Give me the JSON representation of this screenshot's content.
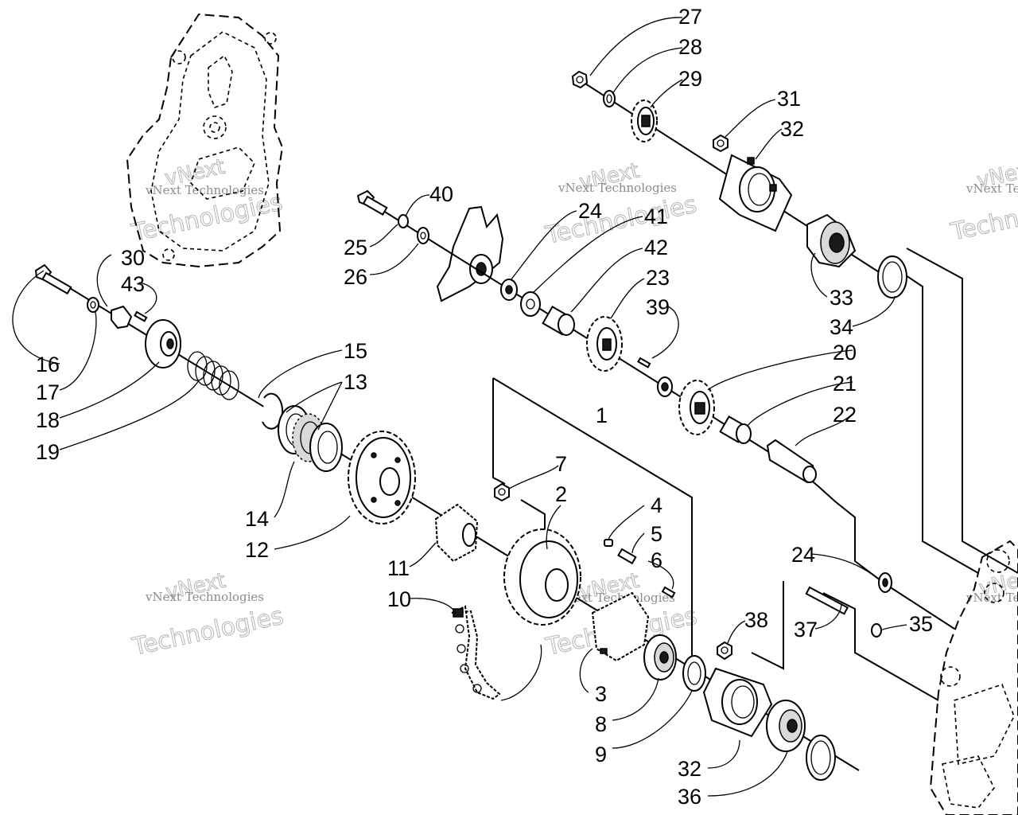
{
  "callouts": [
    "27",
    "28",
    "29",
    "31",
    "32",
    "40",
    "24",
    "41",
    "42",
    "23",
    "39",
    "25",
    "26",
    "30",
    "43",
    "16",
    "17",
    "18",
    "19",
    "15",
    "13",
    "14",
    "12",
    "11",
    "10",
    "1",
    "7",
    "2",
    "4",
    "5",
    "6",
    "3",
    "8",
    "9",
    "20",
    "21",
    "22",
    "33",
    "34",
    "24",
    "37",
    "35",
    "38",
    "32",
    "36"
  ],
  "watermark": {
    "line1": "vNext",
    "line2": "Technologies",
    "small": "vNext Technologies"
  }
}
